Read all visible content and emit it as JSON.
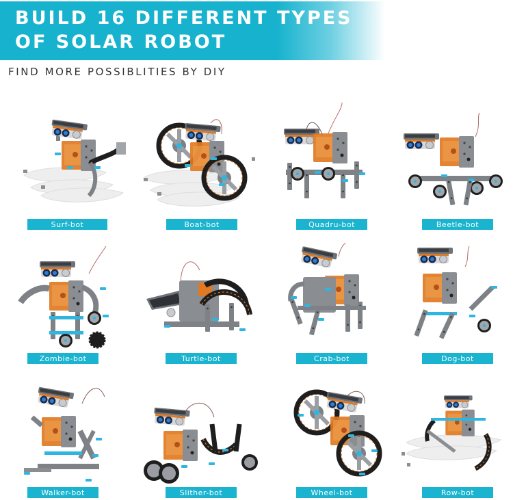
{
  "header": {
    "title_line1": "BUILD 16 DIFFERENT TYPES",
    "title_line2": "OF SOLAR ROBOT",
    "subtitle": "FIND MORE POSSIBLITIES BY DIY",
    "banner_color": "#17b3ce"
  },
  "colors": {
    "label_bg": "#1ab4d0",
    "label_text": "#ffffff",
    "robot_gray": "#8a8d92",
    "robot_orange": "#e07a22",
    "robot_blue": "#2fb6e0",
    "robot_black": "#1e1e1e"
  },
  "robots": [
    {
      "name": "Surf-bot",
      "variant": "surf"
    },
    {
      "name": "Boat-bot",
      "variant": "boat"
    },
    {
      "name": "Quadru-bot",
      "variant": "quadru"
    },
    {
      "name": "Beetle-bot",
      "variant": "beetle"
    },
    {
      "name": "Zombie-bot",
      "variant": "zombie"
    },
    {
      "name": "Turtle-bot",
      "variant": "turtle"
    },
    {
      "name": "Crab-bot",
      "variant": "crab"
    },
    {
      "name": "Dog-bot",
      "variant": "dog"
    },
    {
      "name": "Walker-bot",
      "variant": "walker"
    },
    {
      "name": "Slither-bot",
      "variant": "slither"
    },
    {
      "name": "Wheel-bot",
      "variant": "wheel"
    },
    {
      "name": "Row-bot",
      "variant": "row"
    }
  ]
}
